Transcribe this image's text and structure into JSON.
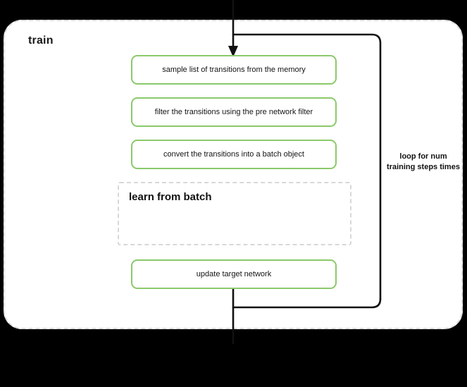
{
  "diagram": {
    "title": "train",
    "group": {
      "label": "train",
      "border_style": "dashed",
      "border_color": "#dcdcdc"
    },
    "accent_color": "#8bc96a",
    "line_color": "#111111",
    "steps": [
      {
        "id": "sample",
        "label": "sample list of transitions from the memory",
        "shape": "rounded-rect",
        "color": "#8bc96a"
      },
      {
        "id": "filter",
        "label": "filter the transitions using the pre network filter",
        "shape": "rounded-rect",
        "color": "#8bc96a"
      },
      {
        "id": "convert",
        "label": "convert the transitions into a batch object",
        "shape": "rounded-rect",
        "color": "#8bc96a"
      },
      {
        "id": "update",
        "label": "update target network",
        "shape": "rounded-rect",
        "color": "#8bc96a"
      }
    ],
    "subgroup": {
      "id": "learn-from-batch",
      "label": "learn from batch",
      "border_style": "dashed",
      "border_color": "#d8d8d8"
    },
    "loop": {
      "label": "loop for num training steps times",
      "direction": "bottom-to-top",
      "color": "#111111"
    },
    "entry_arrow": {
      "name": "input-arrow",
      "direction": "down"
    },
    "exit_line": {
      "name": "output-line",
      "direction": "down"
    }
  }
}
